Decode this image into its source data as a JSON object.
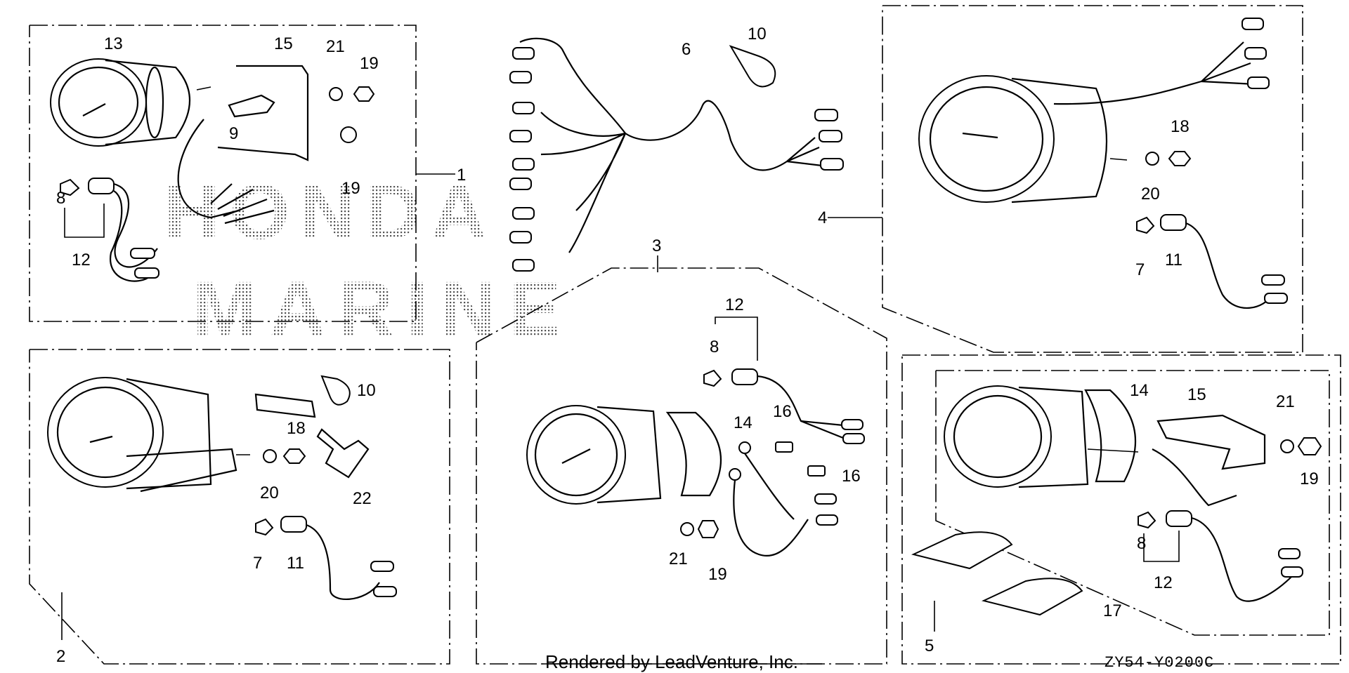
{
  "callouts": {
    "n1": "1",
    "n2": "2",
    "n3": "3",
    "n4": "4",
    "n5": "5",
    "n6": "6",
    "n7a": "7",
    "n7b": "7",
    "n8a": "8",
    "n8b": "8",
    "n8c": "8",
    "n9": "9",
    "n10a": "10",
    "n10b": "10",
    "n11a": "11",
    "n11b": "11",
    "n12a": "12",
    "n12b": "12",
    "n12c": "12",
    "n13": "13",
    "n14a": "14",
    "n14b": "14",
    "n15a": "15",
    "n15b": "15",
    "n16a": "16",
    "n16b": "16",
    "n17": "17",
    "n18a": "18",
    "n18b": "18",
    "n19a": "19",
    "n19b": "19",
    "n19c": "19",
    "n19d": "19",
    "n20a": "20",
    "n20b": "20",
    "n21a": "21",
    "n21b": "21",
    "n21c": "21",
    "n22": "22"
  },
  "watermark": {
    "line1": "HONDA",
    "line2": "MARINE"
  },
  "credit": "Rendered by LeadVenture, Inc.",
  "diagram_code": "ZY54-Y0200C",
  "colors": {
    "ink": "#000000",
    "paper": "#ffffff",
    "watermark": "#555555"
  }
}
